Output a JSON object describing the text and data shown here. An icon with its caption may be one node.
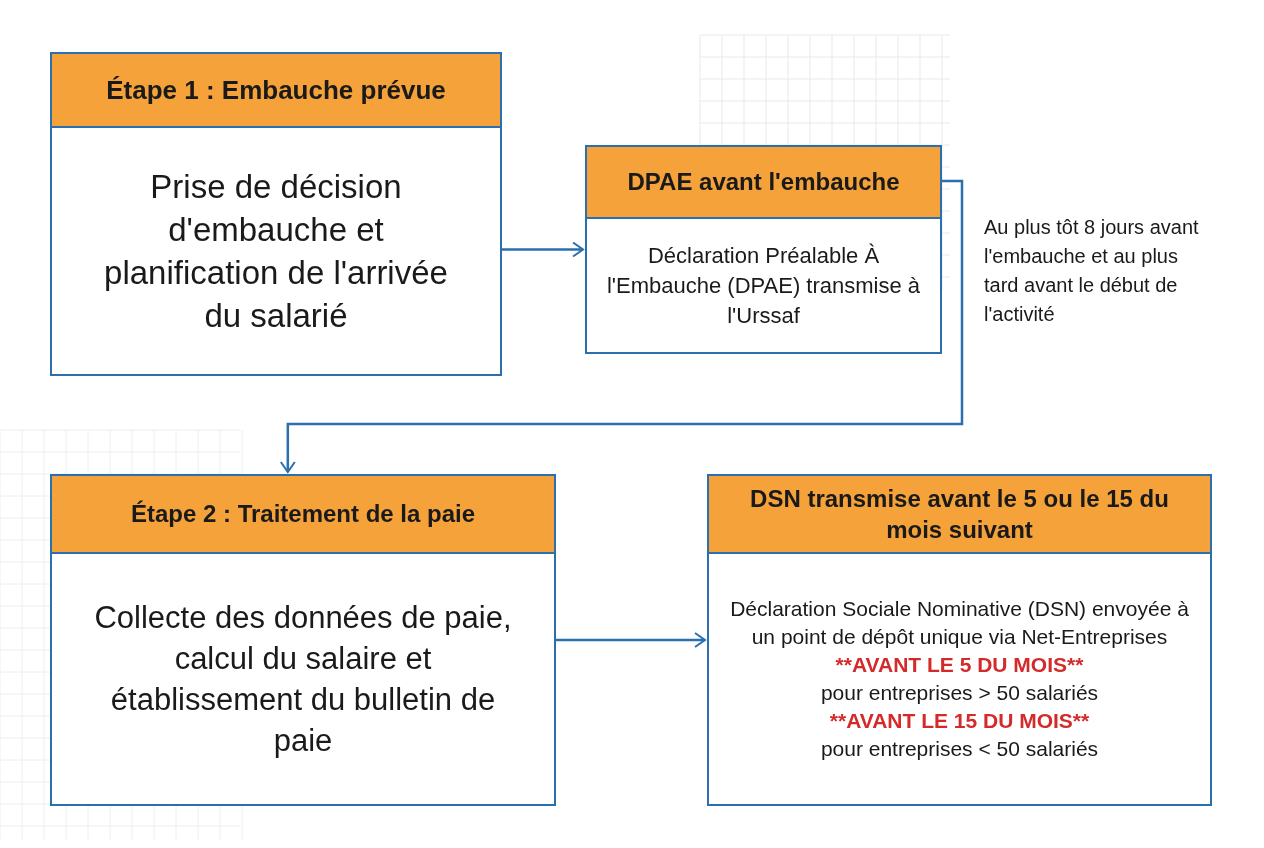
{
  "diagram": {
    "nodes": [
      {
        "text": [
          "Étape 1 : Embauche prévue",
          "Prise de décision d'embauche et planification de l'arrivée du salarié"
        ]
      },
      {
        "text": [
          "DPAE avant l'embauche",
          "Déclaration Préalable À l'Embauche (DPAE) transmise à l'Urssaf"
        ],
        "beside": [
          "Au plus tôt 8 jours avant l'embauche et au plus tard avant le début de l'activité"
        ]
      },
      {
        "text": [
          "Étape 2 : Traitement de la paie",
          "Collecte des données de paie, calcul du salaire et établissement du bulletin de paie"
        ]
      },
      {
        "text": [
          "DSN transmise avant le 5 ou le 15 du mois suivant",
          "Déclaration Sociale Nominative (DSN) envoyée à un point de dépôt unique via Net-Entreprises",
          "**AVANT LE 5 DU MOIS**",
          "pour entreprises > 50 salariés",
          "**AVANT LE 15 DU MOIS**",
          "pour entreprises < 50 salariés"
        ]
      }
    ],
    "edges": [
      {
        "from": 0,
        "to": 1,
        "arrow": "to"
      },
      {
        "from": 1,
        "to": 2,
        "arrow": "to"
      },
      {
        "from": 2,
        "to": 3,
        "arrow": "to"
      }
    ]
  }
}
